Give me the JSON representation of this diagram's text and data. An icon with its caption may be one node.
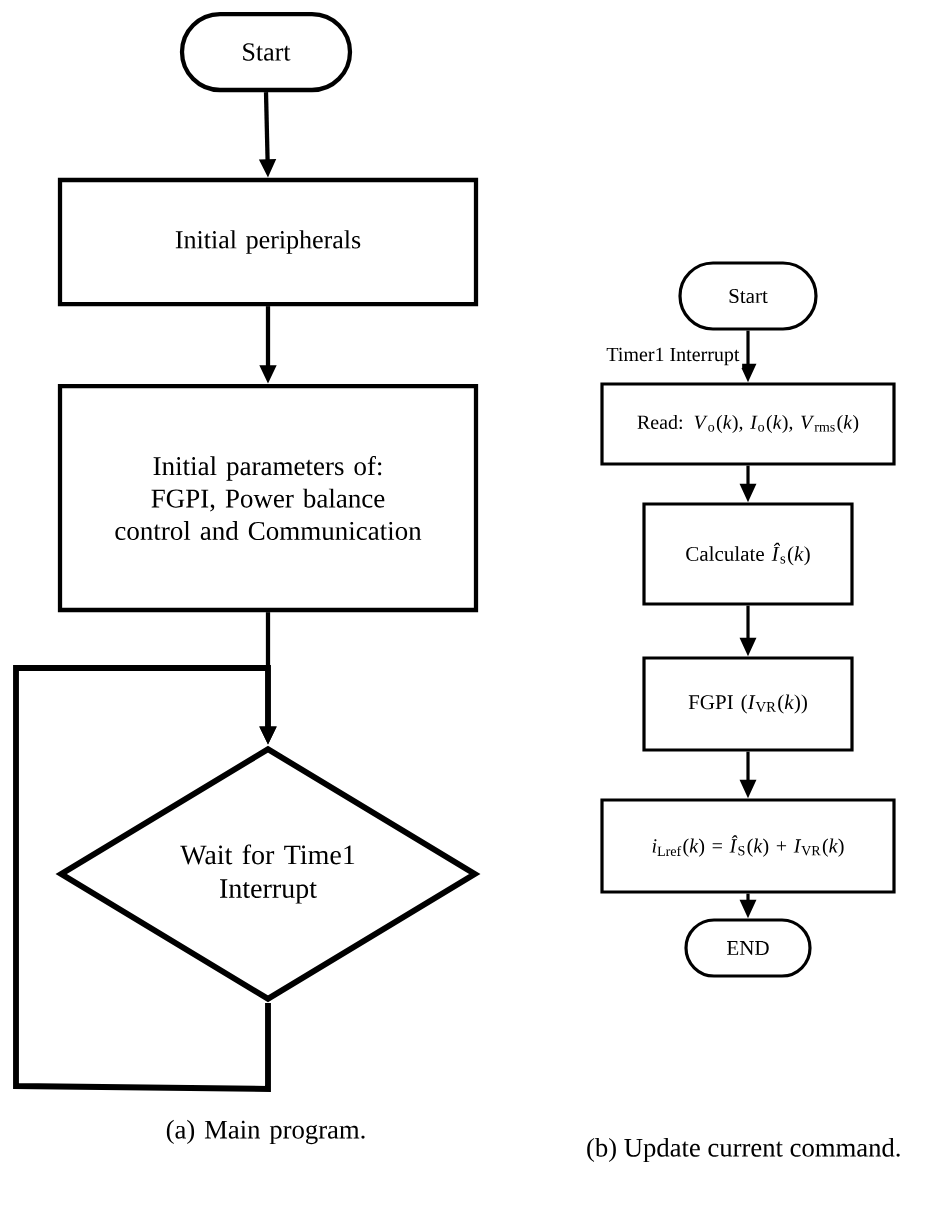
{
  "diagram": {
    "nodes": [
      {
        "text": [
          "Start"
        ]
      },
      {
        "text": [
          "Initial peripherals"
        ]
      },
      {
        "text": [
          "Initial parameters of: FGPI, Power balance control and Communication"
        ]
      },
      {
        "text": [
          "Wait for Time1 Interrupt"
        ]
      },
      {
        "text": [
          "Start"
        ]
      },
      {
        "text": [
          "Read: *V*$_{o}$(*k*), *I*$_{o}$(*k*), *V*$_{rms}$(*k*)"
        ]
      },
      {
        "text": [
          "Calculate *Î*$_{s}$(*k*)"
        ]
      },
      {
        "text": [
          "FGPI (*I*$_{VR}$(*k*))"
        ]
      },
      {
        "text": [
          "*i*$_{Lref}$(*k*) = *Î*$_{S}$(*k*) + *I*$_{VR}$(*k*)"
        ]
      },
      {
        "text": [
          "END"
        ]
      }
    ],
    "edges": [
      {
        "from": 0,
        "to": 1,
        "arrow": "to"
      },
      {
        "from": 1,
        "to": 2,
        "arrow": "to"
      },
      {
        "from": 2,
        "to": 3,
        "arrow": "to"
      },
      {
        "from": 3,
        "to": 3,
        "arrow": "to"
      },
      {
        "from": 4,
        "to": 5,
        "arrow": "to",
        "label": "Timer1 Interrupt"
      },
      {
        "from": 5,
        "to": 6,
        "arrow": "to"
      },
      {
        "from": 6,
        "to": 7,
        "arrow": "to"
      },
      {
        "from": 7,
        "to": 8,
        "arrow": "to"
      },
      {
        "from": 8,
        "to": 9,
        "arrow": "to"
      }
    ],
    "labels": [
      "(a) Main program.",
      "(b) Update current command."
    ]
  }
}
